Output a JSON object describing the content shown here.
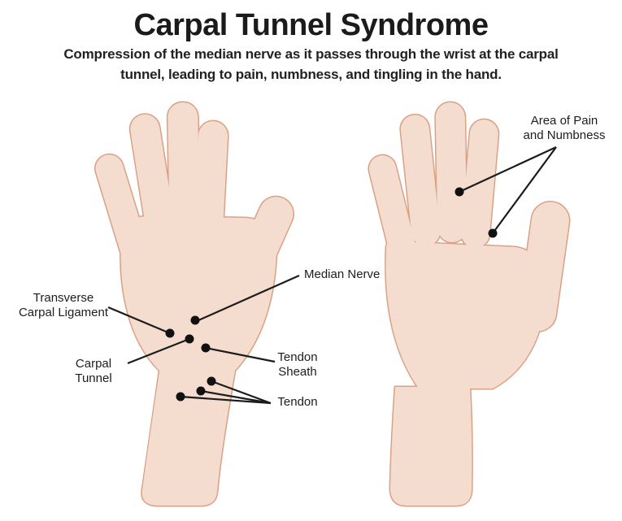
{
  "header": {
    "title": "Carpal Tunnel Syndrome",
    "subtitle_line1": "Compression of the median nerve as it passes through the wrist at the carpal",
    "subtitle_line2": "tunnel, leading to pain, numbness, and tingling in the hand."
  },
  "labels": {
    "median_nerve": "Median Nerve",
    "transverse_carpal_ligament_line1": "Transverse",
    "transverse_carpal_ligament_line2": "Carpal Ligament",
    "carpal_tunnel_line1": "Carpal",
    "carpal_tunnel_line2": "Tunnel",
    "tendon_sheath_line1": "Tendon",
    "tendon_sheath_line2": "Sheath",
    "tendon": "Tendon",
    "area_of_pain_line1": "Area of Pain",
    "area_of_pain_line2": "and Numbness"
  },
  "colors": {
    "background": "#ffffff",
    "text": "#1d1d1d",
    "skin": "#f4dcce",
    "skin_outline": "#d9a287",
    "skin_shadow": "#e4b59c",
    "palm_tissue_green": "#d5e4da",
    "tendon_pink": "#d08fa2",
    "wrist_tendon_pink": "#c78ba3",
    "finger_tendon_mauve": "#c598b1",
    "muscle_red": "#b03b31",
    "nerve_yellow": "#f2c04e",
    "nerve_orange": "#f09033",
    "inflammation_orange": "#e4572b",
    "pain_area_mauve": "#c0809b",
    "pain_area_edge": "#a86380",
    "leader_line": "#1c1c1c"
  }
}
